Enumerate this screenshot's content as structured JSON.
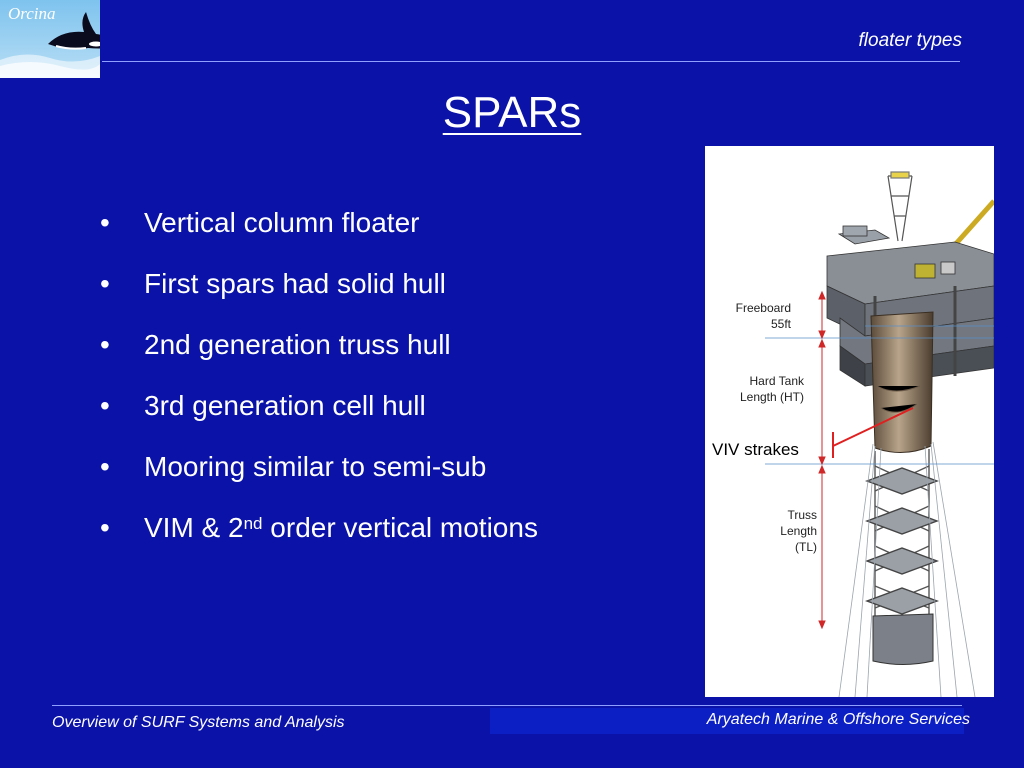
{
  "logo": {
    "text": "Orcina"
  },
  "header": {
    "section": "floater types"
  },
  "title": "SPARs",
  "bullets": [
    {
      "text": "Vertical column floater"
    },
    {
      "text": "First spars had solid hull"
    },
    {
      "text": "2nd generation truss hull"
    },
    {
      "text": "3rd generation cell hull"
    },
    {
      "text": "Mooring similar to semi-sub"
    },
    {
      "text_before": "VIM & 2",
      "superscript": "nd",
      "text_after": " order vertical motions"
    }
  ],
  "bullet_char": "•",
  "figure": {
    "freeboard_label": "Freeboard",
    "freeboard_value": "55ft",
    "hard_tank_label": "Hard Tank",
    "hard_tank_value": "Length (HT)",
    "truss_label": "Truss",
    "truss_length": "Length",
    "truss_abbrev": "(TL)",
    "viv_label": "VIV strakes"
  },
  "footer": {
    "left": "Overview of SURF Systems and Analysis",
    "right": "Aryatech Marine & Offshore Services"
  },
  "colors": {
    "background": "#0a12a8",
    "accent_line": "#8fa0ff",
    "annotation_red": "#e02020"
  }
}
